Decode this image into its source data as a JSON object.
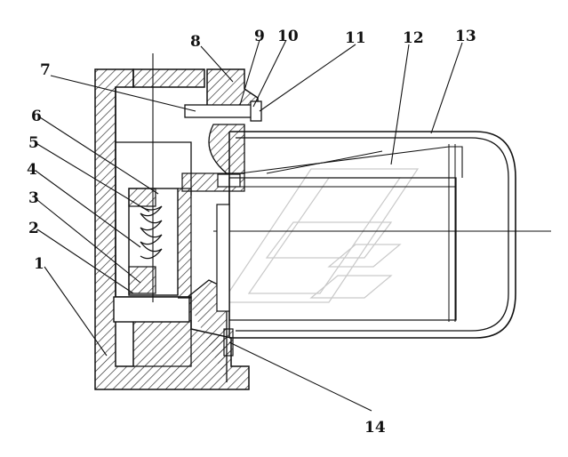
{
  "callouts": [
    {
      "id": "1",
      "text": "1"
    },
    {
      "id": "2",
      "text": "2"
    },
    {
      "id": "3",
      "text": "3"
    },
    {
      "id": "4",
      "text": "4"
    },
    {
      "id": "5",
      "text": "5"
    },
    {
      "id": "6",
      "text": "6"
    },
    {
      "id": "7",
      "text": "7"
    },
    {
      "id": "8",
      "text": "8"
    },
    {
      "id": "9",
      "text": "9"
    },
    {
      "id": "10",
      "text": "10"
    },
    {
      "id": "11",
      "text": "11"
    },
    {
      "id": "12",
      "text": "12"
    },
    {
      "id": "13",
      "text": "13"
    },
    {
      "id": "14",
      "text": "14"
    }
  ],
  "colors": {
    "line": "#111111",
    "hatch": "#222222",
    "watermark": "#c9c9c9",
    "background": "#ffffff"
  }
}
